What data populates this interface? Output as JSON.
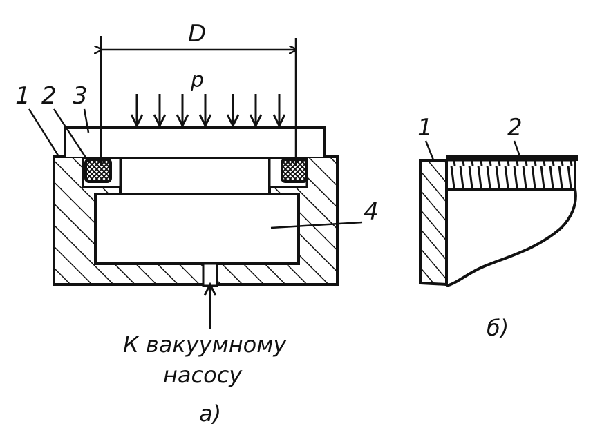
{
  "figure_a": {
    "dimension_label": "D",
    "pressure_label": "p",
    "part_labels": [
      "1",
      "2",
      "3",
      "4"
    ],
    "pump_label_line1": "К вакуумному",
    "pump_label_line2": "насосу",
    "caption": "а)"
  },
  "figure_b": {
    "part_labels": [
      "1",
      "2"
    ],
    "caption": "б)"
  }
}
